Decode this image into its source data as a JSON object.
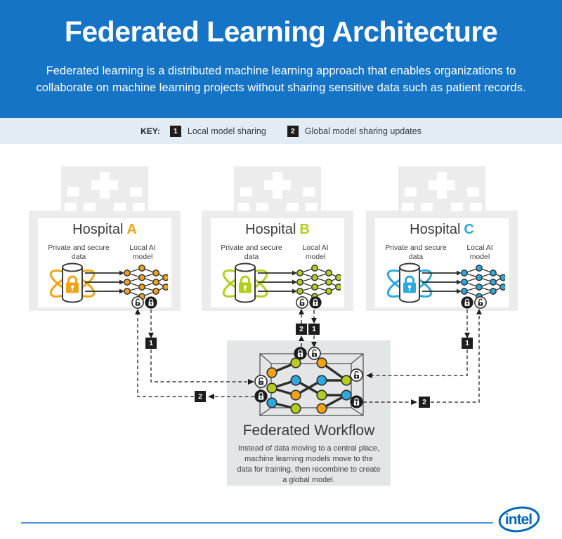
{
  "header": {
    "title": "Federated Learning Architecture",
    "subtitle": "Federated learning is a distributed machine learning approach that enables organizations to collaborate on machine learning projects without sharing sensitive data such as patient records."
  },
  "key": {
    "label": "KEY:",
    "items": [
      {
        "num": "1",
        "text": "Local model sharing"
      },
      {
        "num": "2",
        "text": "Global model sharing updates"
      }
    ]
  },
  "hospitals": [
    {
      "name": "Hospital",
      "letter": "A",
      "accent": "#F2A313",
      "data_label": "Private and secure data",
      "model_label": "Local AI model"
    },
    {
      "name": "Hospital",
      "letter": "B",
      "accent": "#B5CE1E",
      "data_label": "Private and secure data",
      "model_label": "Local AI model"
    },
    {
      "name": "Hospital",
      "letter": "C",
      "accent": "#2BA9DF",
      "data_label": "Private and secure data",
      "model_label": "Local AI model"
    }
  ],
  "workflow": {
    "title": "Federated Workflow",
    "description": "Instead of data moving to a central place, machine learning models move to the data for training, then recombine to create a global model."
  },
  "footer": {
    "brand": "intel"
  },
  "colors": {
    "header_blue": "#1574C6",
    "key_bar_bg": "#E2ECF5",
    "building_grey": "#ECECEC",
    "workflow_box_grey": "#E4E5E6",
    "node_orange": "#F2A313",
    "node_green": "#B5CE1E",
    "node_blue": "#2BA9DF",
    "badge_black": "#1D1D1D",
    "dashed_line": "#3F3F3F",
    "intel_blue": "#0069B8"
  }
}
